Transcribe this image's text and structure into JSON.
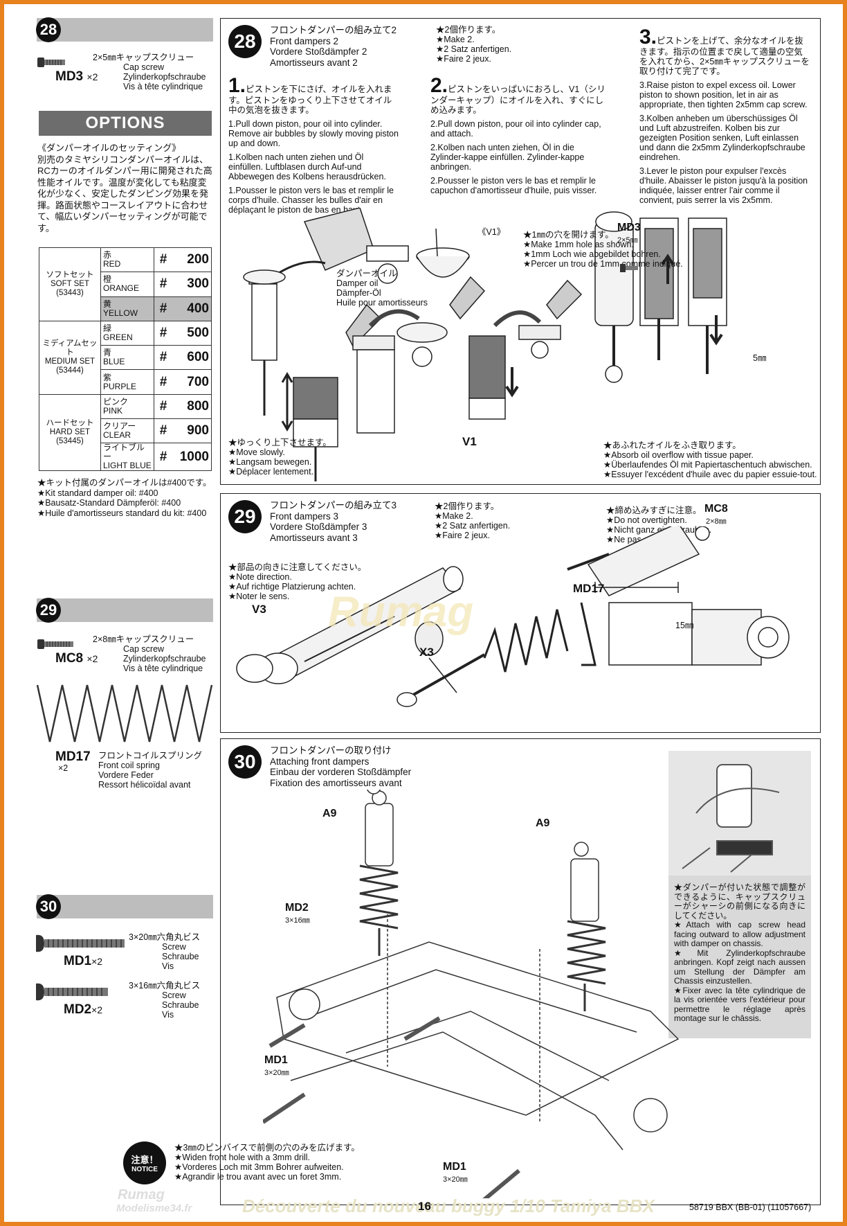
{
  "side": {
    "s28": {
      "num": "28",
      "ja": "2×5㎜キャップスクリュー",
      "en": "Cap screw",
      "de": "Zylinderkopfschraube",
      "fr": "Vis à tête cylindrique",
      "code": "MD3",
      "qty": "×2"
    },
    "options": {
      "title": "OPTIONS",
      "heading_ja": "《ダンパーオイルのセッティング》",
      "text_ja": "別売のタミヤシリコンダンパーオイルは、RCカーのオイルダンパー用に開発された高性能オイルです。温度が変化しても粘度変化が少なく、安定したダンピング効果を発揮。路面状態やコースレイアウトに合わせて、幅広いダンパーセッティングが可能です。",
      "sets": [
        {
          "ja": "ソフトセット",
          "en": "SOFT SET",
          "code": "(53443)",
          "rows": [
            {
              "cj": "赤",
              "ce": "RED",
              "n": "200"
            },
            {
              "cj": "橙",
              "ce": "ORANGE",
              "n": "300"
            },
            {
              "cj": "黄",
              "ce": "YELLOW",
              "n": "400"
            }
          ]
        },
        {
          "ja": "ミディアムセット",
          "en": "MEDIUM SET",
          "code": "(53444)",
          "rows": [
            {
              "cj": "緑",
              "ce": "GREEN",
              "n": "500"
            },
            {
              "cj": "青",
              "ce": "BLUE",
              "n": "600"
            },
            {
              "cj": "紫",
              "ce": "PURPLE",
              "n": "700"
            }
          ]
        },
        {
          "ja": "ハードセット",
          "en": "HARD SET",
          "code": "(53445)",
          "rows": [
            {
              "cj": "ピンク",
              "ce": "PINK",
              "n": "800"
            },
            {
              "cj": "クリアー",
              "ce": "CLEAR",
              "n": "900"
            },
            {
              "cj": "ライトブルー",
              "ce": "LIGHT BLUE",
              "n": "1000"
            }
          ]
        }
      ],
      "hash": "#",
      "note_ja": "★キット付属のダンパーオイルは#400です。",
      "note_en": "★Kit standard damper oil: #400",
      "note_de": "★Bausatz-Standard Dämpferöl: #400",
      "note_fr": "★Huile d'amortisseurs standard du kit: #400"
    },
    "s29": {
      "num": "29",
      "ja": "2×8㎜キャップスクリュー",
      "en": "Cap screw",
      "de": "Zylinderkopfschraube",
      "fr": "Vis à tête cylindrique",
      "code": "MC8",
      "qty": "×2",
      "spring_code": "MD17",
      "spring_qty": "×2",
      "spring_ja": "フロントコイルスプリング",
      "spring_en": "Front coil spring",
      "spring_de": "Vordere Feder",
      "spring_fr": "Ressort hélicoïdal avant"
    },
    "s30": {
      "num": "30",
      "a_ja": "3×20㎜六角丸ビス",
      "a_de": "Screw",
      "a_en": "Schraube",
      "a_fr": "Vis",
      "a_code": "MD1",
      "a_qty": "×2",
      "b_ja": "3×16㎜六角丸ビス",
      "b_de": "Screw",
      "b_en": "Schraube",
      "b_fr": "Vis",
      "b_code": "MD2",
      "b_qty": "×2"
    }
  },
  "step28": {
    "num": "28",
    "title_ja": "フロントダンパーの組み立て2",
    "title_en": "Front dampers 2",
    "title_de": "Vordere Stoßdämpfer 2",
    "title_fr": "Amortisseurs avant 2",
    "make_ja": "★2個作ります。",
    "make_en": "★Make 2.",
    "make_de": "★2 Satz anfertigen.",
    "make_fr": "★Faire 2 jeux.",
    "s1_num": "1.",
    "s1_ja": "ピストンを下にさげ、オイルを入れます。ピストンをゆっくり上下させてオイル中の気泡を抜きます。",
    "s1_en": "1.Pull down piston, pour oil into cylinder. Remove air bubbles by slowly moving piston up and down.",
    "s1_de": "1.Kolben nach unten ziehen und Öl einfüllen. Luftblasen durch Auf-und Abbewegen des Kolbens herausdrücken.",
    "s1_fr": "1.Pousser le piston vers le bas et remplir le corps d'huile. Chasser les bulles d'air en déplaçant le piston de bas en haut.",
    "s2_num": "2.",
    "s2_ja": "ピストンをいっぱいにおろし、V1（シリンダーキャップ）にオイルを入れ、すぐにしめ込みます。",
    "s2_en": "2.Pull down piston, pour oil into cylinder cap, and attach.",
    "s2_de": "2.Kolben nach unten ziehen, Öl in die Zylinder-kappe einfüllen. Zylinder-kappe anbringen.",
    "s2_fr": "2.Pousser le piston vers le bas et remplir le capuchon d'amortisseur d'huile, puis visser.",
    "s3_num": "3.",
    "s3_ja": "ピストンを上げて、余分なオイルを抜きます。指示の位置まで戻して適量の空気を入れてから、2×5㎜キャップスクリューを取り付けて完了です。",
    "s3_en": "3.Raise piston to expel excess oil. Lower piston to shown position, let in air as appropriate, then tighten 2x5mm cap screw.",
    "s3_de": "3.Kolben anheben um überschüssiges Öl und Luft abzustreifen. Kolben bis zur gezeigten Position senken, Luft einlassen und dann die 2x5mm Zylinderkopfschraube eindrehen.",
    "s3_fr": "3.Lever le piston pour expulser l'excès d'huile. Abaisser le piston jusqu'à la position indiquée, laisser entrer l'air comme il convient, puis serrer la vis 2x5mm.",
    "v1_label": "《V1》",
    "hole_ja": "★1㎜の穴を開けます。",
    "hole_en": "★Make 1mm hole as shown.",
    "hole_de": "★1mm Loch wie abgebildet bohren.",
    "hole_fr": "★Percer un trou de 1mm comme indiqué.",
    "oil_ja": "ダンパーオイル",
    "oil_en": "Damper oil",
    "oil_de": "Dämpfer-Öl",
    "oil_fr": "Huile pour amortisseurs",
    "slow_ja": "★ゆっくり上下させます。",
    "slow_en": "★Move slowly.",
    "slow_de": "★Langsam bewegen.",
    "slow_fr": "★Déplacer lentement.",
    "v1_part": "V1",
    "md3_code": "MD3",
    "md3_size": "2×5㎜",
    "dim5": "5㎜",
    "wipe_ja": "★あふれたオイルをふき取ります。",
    "wipe_en": "★Absorb oil overflow with tissue paper.",
    "wipe_de": "★Überlaufendes Öl mit Papiertaschentuch abwischen.",
    "wipe_fr": "★Essuyer l'excédent d'huile avec du papier essuie-tout."
  },
  "step29": {
    "num": "29",
    "title_ja": "フロントダンパーの組み立て3",
    "title_en": "Front dampers 3",
    "title_de": "Vordere Stoßdämpfer 3",
    "title_fr": "Amortisseurs avant 3",
    "make_ja": "★2個作ります。",
    "make_en": "★Make 2.",
    "make_de": "★2 Satz anfertigen.",
    "make_fr": "★Faire 2 jeux.",
    "tight_ja": "★締め込みすぎに注意。",
    "tight_en": "★Do not overtighten.",
    "tight_de": "★Nicht ganz einschrauben.",
    "tight_fr": "★Ne pas serrer trop.",
    "mc8_code": "MC8",
    "mc8_size": "2×8㎜",
    "dir_ja": "★部品の向きに注意してください。",
    "dir_en": "★Note direction.",
    "dir_de": "★Auf richtige Platzierung achten.",
    "dir_fr": "★Noter le sens.",
    "v3": "V3",
    "x3": "X3",
    "md17": "MD17",
    "dim15": "15㎜"
  },
  "step30": {
    "num": "30",
    "title_ja": "フロントダンパーの取り付け",
    "title_en": "Attaching front dampers",
    "title_de": "Einbau der vorderen Stoßdämpfer",
    "title_fr": "Fixation des amortisseurs avant",
    "a9a": "A9",
    "a9b": "A9",
    "md2": "MD2",
    "md2_size": "3×16㎜",
    "md1a": "MD1",
    "md1a_size": "3×20㎜",
    "md1b": "MD1",
    "md1b_size": "3×20㎜",
    "attach_ja": "★ダンパーが付いた状態で調整ができるように、キャップスクリューがシャーシの前側になる向きにしてください。",
    "attach_en": "★Attach with cap screw head facing outward to allow adjustment with damper on chassis.",
    "attach_de": "★Mit Zylinderkopfschraube anbringen. Kopf zeigt nach aussen um Stellung der Dämpfer am Chassis einzustellen.",
    "attach_fr": "★Fixer avec la tête cylindrique de la vis orientée vers l'extérieur pour permettre le réglage après montage sur le châssis.",
    "notice_ja": "注意！",
    "notice_en": "NOTICE",
    "drill_ja": "★3㎜のピンバイスで前側の穴のみを広げます。",
    "drill_en": "★Widen front hole with a 3mm drill.",
    "drill_de": "★Vorderes Loch mit 3mm Bohrer aufweiten.",
    "drill_fr": "★Agrandir le trou avant avec un foret 3mm."
  },
  "footer": {
    "page": "16",
    "ref": "58719 BBX (BB-01) (11057667)",
    "wm1": "Rumag",
    "wm2": "Modelisme34.fr",
    "wm3": "Découverte du nouveau buggy 1/10 Tamiya BBX"
  }
}
